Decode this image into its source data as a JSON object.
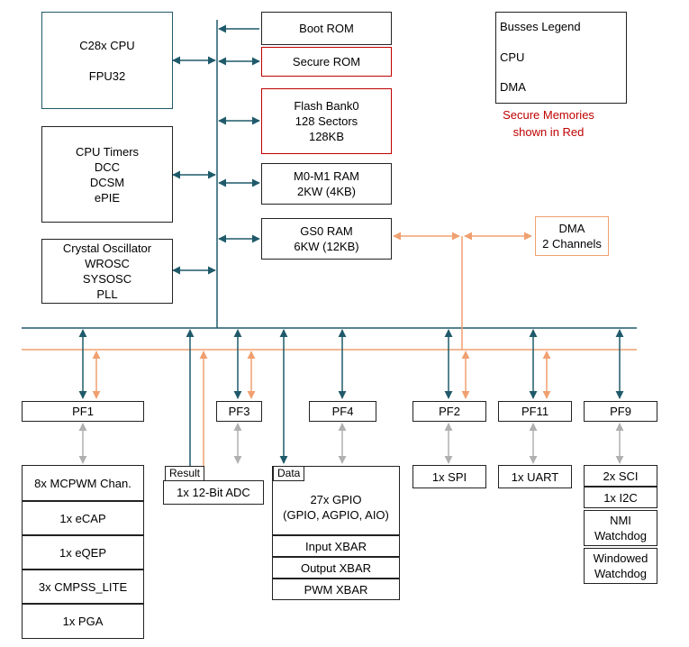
{
  "cpu": {
    "lines": "C28x CPU\n\nFPU32"
  },
  "timers": {
    "lines": "CPU Timers\nDCC\nDCSM\nePIE"
  },
  "osc": {
    "lines": "Crystal Oscillator\nWROSC\nSYSOSC\nPLL"
  },
  "memories": {
    "boot_rom": "Boot ROM",
    "secure_rom": "Secure ROM",
    "flash": "Flash Bank0\n128 Sectors\n128KB",
    "m0m1": "M0-M1 RAM\n2KW (4KB)",
    "gs0": "GS0 RAM\n6KW (12KB)"
  },
  "dma": {
    "lines": "DMA\n2 Channels"
  },
  "legend": {
    "title": "Busses Legend",
    "cpu_label": "CPU",
    "dma_label": "DMA",
    "cpu_color": "#1f5a6a",
    "dma_color": "#f0a070",
    "secure_note": "Secure Memories\nshown in Red"
  },
  "frames": {
    "pf1": "PF1",
    "pf3": "PF3",
    "pf4": "PF4",
    "pf2": "PF2",
    "pf11": "PF11",
    "pf9": "PF9"
  },
  "pf1_peripherals": [
    "8x MCPWM Chan.",
    "1x eCAP",
    "1x eQEP",
    "3x CMPSS_LITE",
    "1x PGA"
  ],
  "adc": {
    "tag": "Result",
    "label": "1x 12-Bit ADC"
  },
  "gpio": {
    "tag": "Data",
    "main": "27x GPIO\n(GPIO, AGPIO, AIO)",
    "input_xbar": "Input XBAR",
    "output_xbar": "Output XBAR",
    "pwm_xbar": "PWM XBAR"
  },
  "spi": "1x SPI",
  "uart": "1x UART",
  "pf9_peripherals": [
    "2x SCI",
    "1x I2C",
    "NMI\nWatchdog",
    "Windowed\nWatchdog"
  ],
  "colors": {
    "secure_red": "#c00000",
    "link_gray": "#b0b0b0"
  }
}
